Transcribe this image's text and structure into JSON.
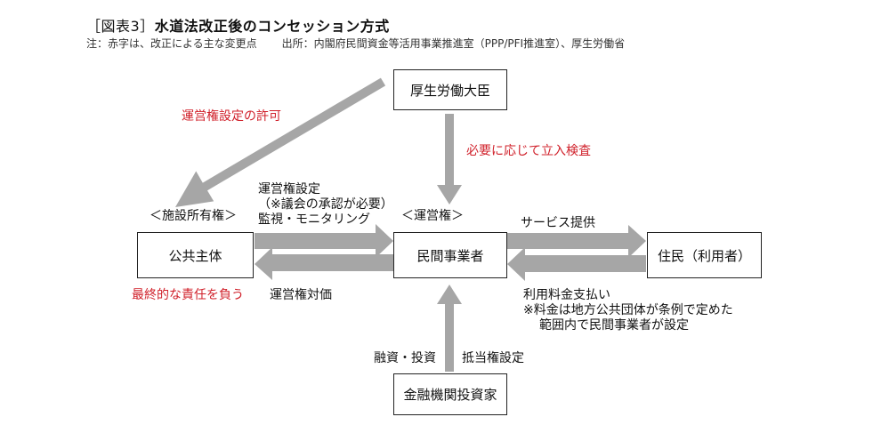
{
  "header": {
    "bracket": "［図表3］",
    "title": "水道法改正後のコンセッション方式",
    "note": "注：赤字は、改正による主な変更点",
    "source": "出所：内閣府民間資金等活用事業推進室（PPP/PFI推進室）、厚生労働省"
  },
  "nodes": {
    "mhlw": "厚生労働大臣",
    "public": "公共主体",
    "operator": "民間事業者",
    "residents": "住民（利用者）",
    "finance": "金融機関投資家"
  },
  "labels": {
    "permit": "運営権設定の許可",
    "inspection": "必要に応じて立入検査",
    "facility_owner": "＜施設所有権＞",
    "operation_right": "＜運営権＞",
    "setting_line1": "運営権設定",
    "setting_line2": "（※議会の承認が必要）",
    "setting_line3": "監視・モニタリング",
    "service": "サービス提供",
    "final_resp": "最終的な責任を負う",
    "consideration": "運営権対価",
    "fee_line1": "利用料金支払い",
    "fee_line2": "※料金は地方公共団体が条例で定めた",
    "fee_line3": "範囲内で民間事業者が設定",
    "financing": "融資・投資",
    "mortgage": "抵当権設定"
  },
  "colors": {
    "arrow": "#a6a6a6",
    "change_text": "#d0202a",
    "border": "#222222"
  }
}
